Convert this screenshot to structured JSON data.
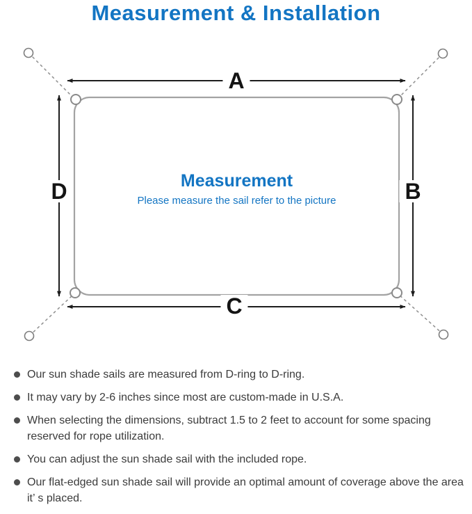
{
  "title": "Measurement & Installation",
  "diagram": {
    "label_a": "A",
    "label_b": "B",
    "label_c": "C",
    "label_d": "D",
    "center_title": "Measurement",
    "center_subtitle": "Please measure the sail refer to the picture"
  },
  "bullets": [
    "Our sun shade sails are measured from D-ring to D-ring.",
    "It may vary by 2-6 inches since most are custom-made in U.S.A.",
    "When selecting the dimensions, subtract 1.5 to 2 feet to account for some spacing reserved for rope utilization.",
    "You can adjust the sun shade sail with the included rope.",
    "Our flat-edged sun shade sail will provide an optimal amount of coverage above the area it’ s placed."
  ],
  "colors": {
    "accent_blue": "#1375c3",
    "text_dark": "#3b3b3b",
    "line_gray": "#9a9a9a",
    "arrow_black": "#1c1c1c"
  }
}
